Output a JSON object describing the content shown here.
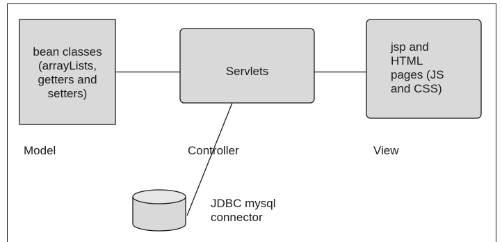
{
  "model": {
    "box_lines": [
      "bean classes",
      "(arrayLists,",
      "getters and",
      "setters)"
    ],
    "caption": "Model"
  },
  "controller": {
    "box_label": "Servlets",
    "caption": "Controller"
  },
  "view": {
    "box_lines": [
      "jsp and",
      "HTML",
      "pages (JS",
      "and CSS)"
    ],
    "caption": "View"
  },
  "database": {
    "label_lines": [
      "JDBC mysql",
      "connector"
    ]
  },
  "colors": {
    "box_fill": "#d9d9d9",
    "stroke": "#1a1a1a",
    "background": "#ffffff"
  }
}
